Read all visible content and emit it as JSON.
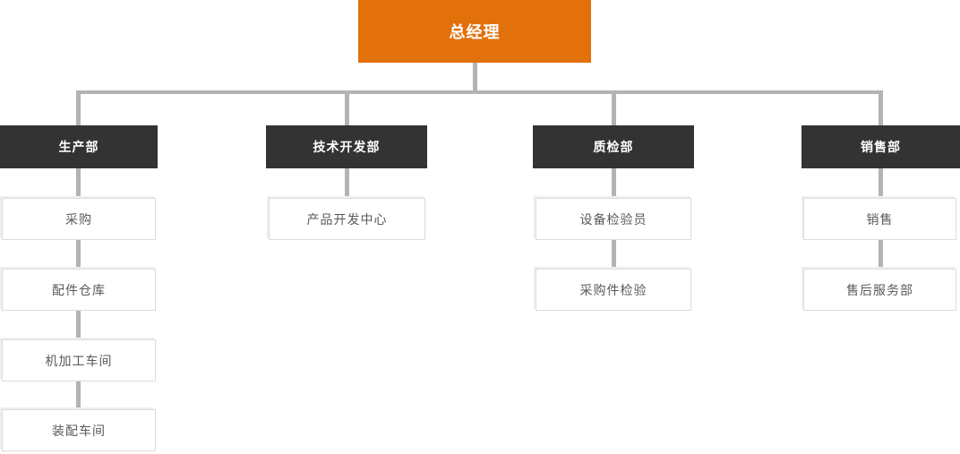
{
  "chart": {
    "type": "org-chart",
    "root": {
      "label": "总经理"
    },
    "columns": [
      {
        "head": "生产部",
        "children": [
          "采购",
          "配件仓库",
          "机加工车间",
          "装配车间"
        ]
      },
      {
        "head": "技术开发部",
        "children": [
          "产品开发中心"
        ]
      },
      {
        "head": "质检部",
        "children": [
          "设备检验员",
          "采购件检验"
        ]
      },
      {
        "head": "销售部",
        "children": [
          "销售",
          "售后服务部"
        ]
      }
    ],
    "colors": {
      "root_bg": "#E2700B",
      "root_text": "#FFFFFF",
      "head_bg": "#333333",
      "head_text": "#FFFFFF",
      "child_bg": "#FFFFFF",
      "child_border": "#DCDCDC",
      "child_text": "#595959",
      "connector": "#B3B3B3"
    }
  }
}
